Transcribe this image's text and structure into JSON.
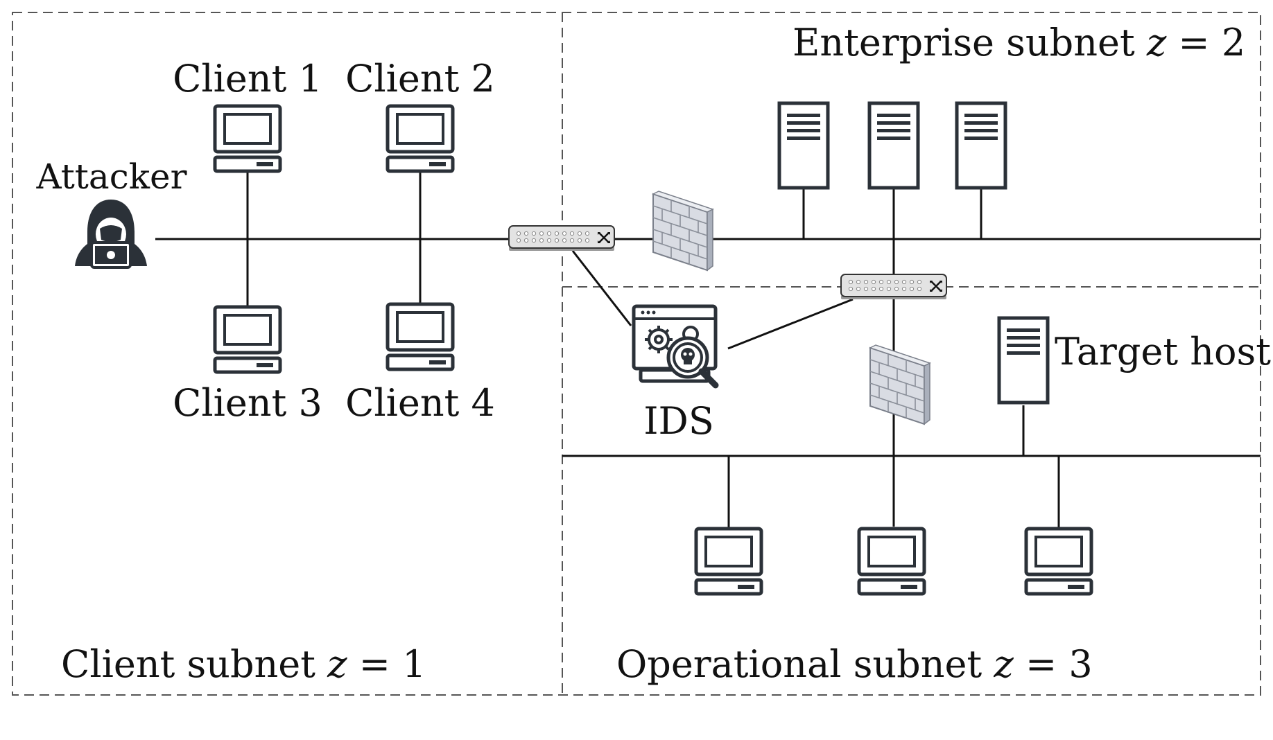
{
  "subnets": {
    "client": {
      "prefix": "Client subnet ",
      "var": "z",
      "eq": " = ",
      "value": "1"
    },
    "enterprise": {
      "prefix": "Enterprise subnet ",
      "var": "z",
      "eq": " = ",
      "value": "2"
    },
    "operational": {
      "prefix": "Operational subnet ",
      "var": "z",
      "eq": " = ",
      "value": "3"
    }
  },
  "labels": {
    "attacker": "Attacker",
    "client1": "Client 1",
    "client2": "Client 2",
    "client3": "Client 3",
    "client4": "Client 4",
    "ids": "IDS",
    "target": "Target host"
  },
  "icons": {
    "attacker": "hooded-attacker-icon",
    "workstation": "desktop-computer-icon",
    "server": "server-tower-icon",
    "switch": "network-switch-icon",
    "firewall": "brick-firewall-icon",
    "ids": "ids-monitor-icon"
  },
  "colors": {
    "device": "#2b3138",
    "line": "#111111",
    "boundary": "#555555",
    "firewall": "#d9dce3",
    "switch": "#e3e3e3"
  }
}
